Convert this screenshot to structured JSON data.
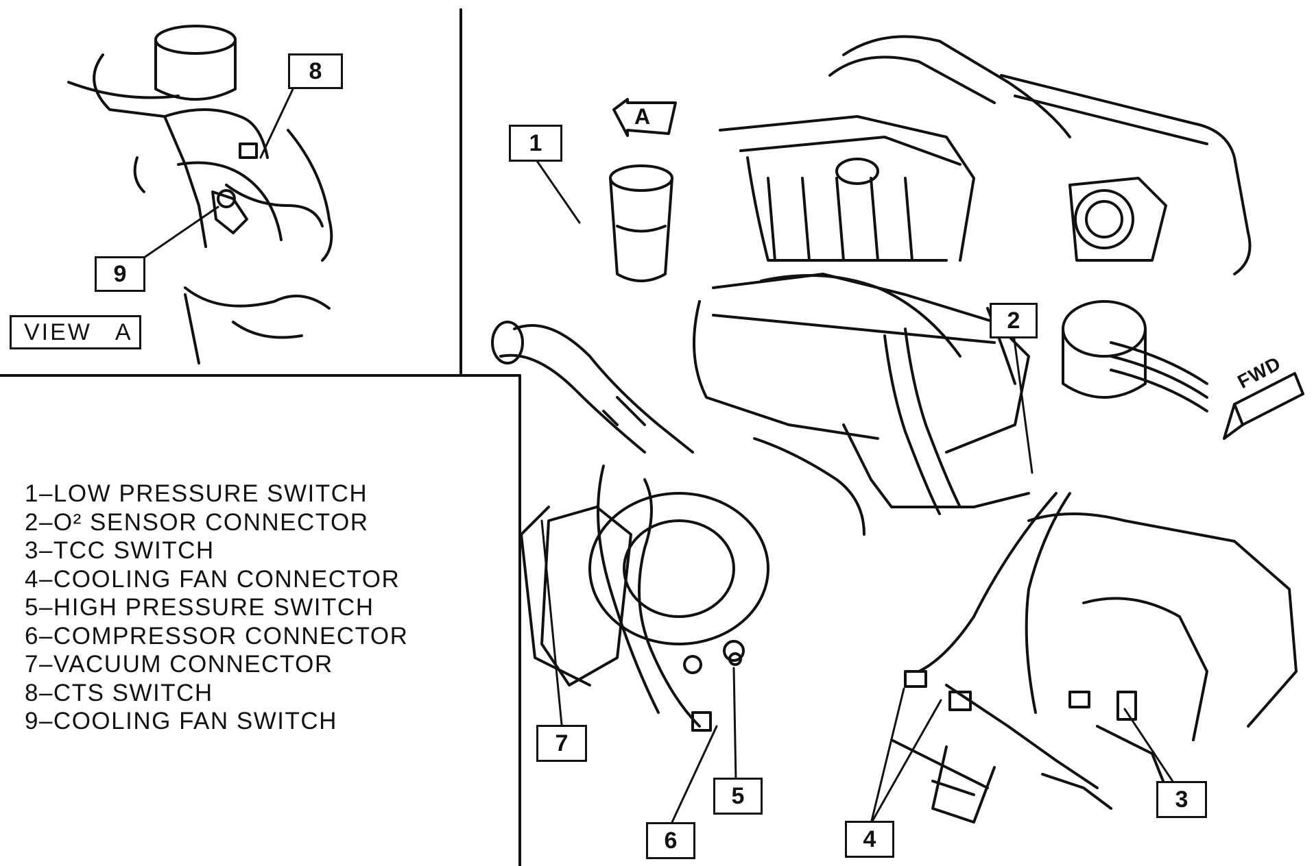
{
  "view_label": {
    "word": "VIEW",
    "letter": "A"
  },
  "view_arrow_letter": "A",
  "direction_label": "FWD",
  "callouts": [
    "1",
    "2",
    "3",
    "4",
    "5",
    "6",
    "7",
    "8",
    "9"
  ],
  "legend": [
    "1–LOW PRESSURE SWITCH",
    "2–O² SENSOR CONNECTOR",
    "3–TCC SWITCH",
    "4–COOLING FAN CONNECTOR",
    "5–HIGH PRESSURE SWITCH",
    "6–COMPRESSOR CONNECTOR",
    "7–VACUUM CONNECTOR",
    "8–CTS SWITCH",
    "9–COOLING FAN SWITCH"
  ]
}
